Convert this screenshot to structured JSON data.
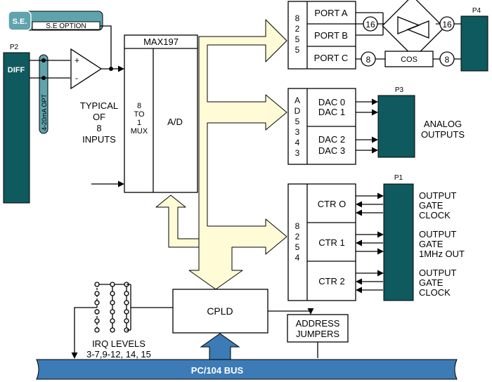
{
  "colors": {
    "connector": "#0f5a5e",
    "bus_fill": "#fffbd6",
    "pc104": "#3c7bb5",
    "se_fill": "#5fa3ad"
  },
  "se": {
    "badge": "S.E.",
    "option": "S.E OPTION"
  },
  "p2": {
    "label": "P2",
    "diff": "DIFF",
    "opt": "4-20mA OPT"
  },
  "amp": {
    "plus": "+",
    "minus": "-"
  },
  "typical": [
    "TYPICAL",
    "OF",
    "8",
    "INPUTS"
  ],
  "max197": {
    "title": "MAX197",
    "mux": [
      "8",
      "TO",
      "1",
      "MUX"
    ],
    "ad": "A/D"
  },
  "ppi": {
    "chip": [
      "8",
      "2",
      "5",
      "5"
    ],
    "ports": [
      "PORT A",
      "PORT B",
      "PORT C"
    ]
  },
  "p4": {
    "label": "P4",
    "n16a": "16",
    "n16b": "16",
    "n8a": "8",
    "n8b": "8",
    "cos": "COS"
  },
  "dac": {
    "chip": [
      "A",
      "D",
      "5",
      "3",
      "4",
      "3"
    ],
    "lines": [
      "DAC 0",
      "DAC 1",
      "DAC 2",
      "DAC 3"
    ]
  },
  "p3": {
    "label": "P3",
    "outputs": [
      "ANALOG",
      "OUTPUTS"
    ]
  },
  "ctr": {
    "chip": [
      "8",
      "2",
      "5",
      "4"
    ],
    "names": [
      "CTR O",
      "CTR 1",
      "CTR 2"
    ]
  },
  "p1": {
    "label": "P1",
    "groups": [
      [
        "OUTPUT",
        "GATE",
        "CLOCK"
      ],
      [
        "OUTPUT",
        "GATE",
        "1MHz OUT"
      ],
      [
        "OUTPUT",
        "GATE",
        "CLOCK"
      ]
    ]
  },
  "cpld": "CPLD",
  "address": [
    "ADDRESS",
    "JUMPERS"
  ],
  "irq": [
    "IRQ LEVELS",
    "3-7,9-12, 14, 15"
  ],
  "pc104": "PC/104 BUS"
}
